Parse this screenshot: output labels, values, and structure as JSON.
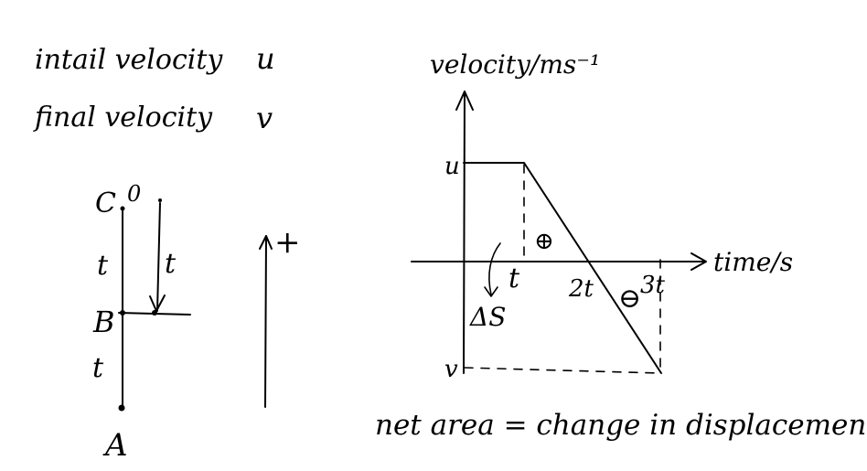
{
  "notes": {
    "line1_label": "intail velocity",
    "line1_symbol": "u",
    "line2_label": "final velocity",
    "line2_symbol": "v"
  },
  "motion_diagram": {
    "point_top": "C",
    "top_value": "0",
    "point_mid": "B",
    "point_bottom": "A",
    "segment_upper": "t",
    "segment_lower": "t",
    "arrow_label": "t",
    "side_arrow_label": "+"
  },
  "graph": {
    "y_axis_label": "velocity/ms⁻¹",
    "x_axis_label": "time/s",
    "y_tick_u": "u",
    "y_tick_v": "v",
    "x_tick_1": "t",
    "x_tick_2": "2t",
    "x_tick_3": "3t",
    "region_above": "⊕",
    "region_below": "⊖",
    "area_label": "ΔS"
  },
  "footer_note": "net area = change in displacement."
}
